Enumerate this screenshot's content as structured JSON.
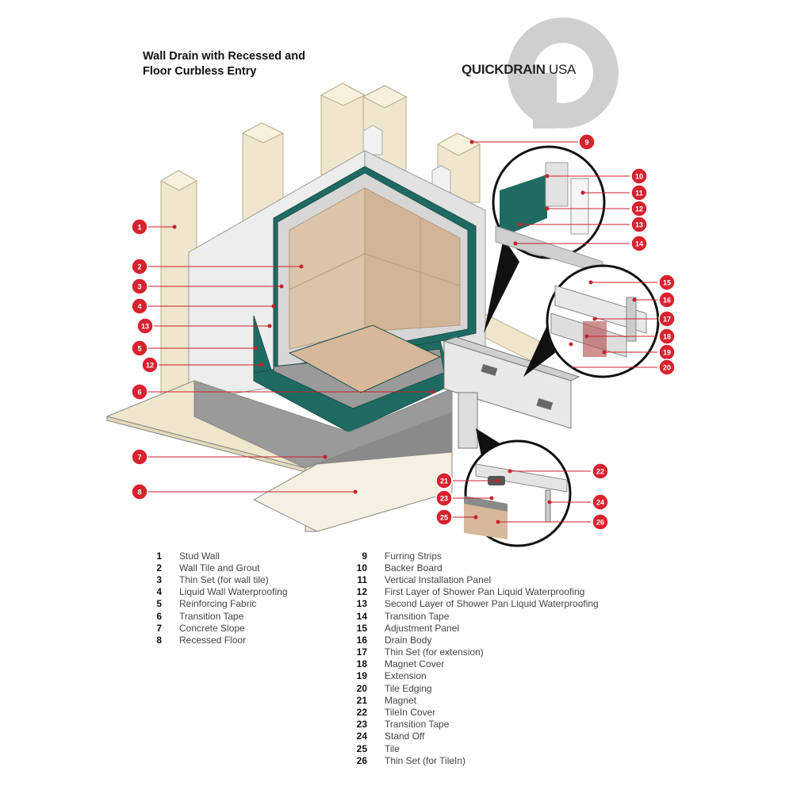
{
  "title": {
    "line1": "Wall Drain with Recessed and",
    "line2": "Floor Curbless Entry"
  },
  "brand": {
    "bold": "QUICKDRAIN",
    "regular": " USA"
  },
  "colors": {
    "callout": "#d8222f",
    "membrane": "#1f6b63",
    "stud": "#efe6cd",
    "tile": "#d8b89a",
    "concrete": "#9a9a9a"
  },
  "legend_left": [
    {
      "num": "1",
      "label": "Stud Wall"
    },
    {
      "num": "2",
      "label": "Wall Tile and Grout"
    },
    {
      "num": "3",
      "label": "Thin Set (for wall tile)"
    },
    {
      "num": "4",
      "label": "Liquid Wall Waterproofing"
    },
    {
      "num": "5",
      "label": "Reinforcing Fabric"
    },
    {
      "num": "6",
      "label": "Transition Tape"
    },
    {
      "num": "7",
      "label": "Concrete Slope"
    },
    {
      "num": "8",
      "label": "Recessed Floor"
    }
  ],
  "legend_right": [
    {
      "num": "9",
      "label": "Furring Strips"
    },
    {
      "num": "10",
      "label": "Backer Board"
    },
    {
      "num": "11",
      "label": "Vertical Installation Panel"
    },
    {
      "num": "12",
      "label": "First Layer of Shower Pan Liquid Waterproofing"
    },
    {
      "num": "13",
      "label": "Second Layer of Shower Pan Liquid Waterproofing"
    },
    {
      "num": "14",
      "label": "Transition Tape"
    },
    {
      "num": "15",
      "label": "Adjustment Panel"
    },
    {
      "num": "16",
      "label": "Drain Body"
    },
    {
      "num": "17",
      "label": "Thin Set (for extension)"
    },
    {
      "num": "18",
      "label": "Magnet Cover"
    },
    {
      "num": "19",
      "label": "Extension"
    },
    {
      "num": "20",
      "label": "Tile Edging"
    },
    {
      "num": "21",
      "label": "Magnet"
    },
    {
      "num": "22",
      "label": "TileIn Cover"
    },
    {
      "num": "23",
      "label": "Transition Tape"
    },
    {
      "num": "24",
      "label": "Stand Off"
    },
    {
      "num": "25",
      "label": "Tile"
    },
    {
      "num": "26",
      "label": "Thin Set (for TileIn)"
    }
  ],
  "callouts": [
    "1",
    "2",
    "3",
    "4",
    "13",
    "5",
    "12",
    "6",
    "7",
    "8",
    "9",
    "10",
    "11",
    "12",
    "13",
    "14",
    "15",
    "16",
    "17",
    "18",
    "19",
    "20",
    "21",
    "22",
    "23",
    "24",
    "25",
    "26"
  ]
}
